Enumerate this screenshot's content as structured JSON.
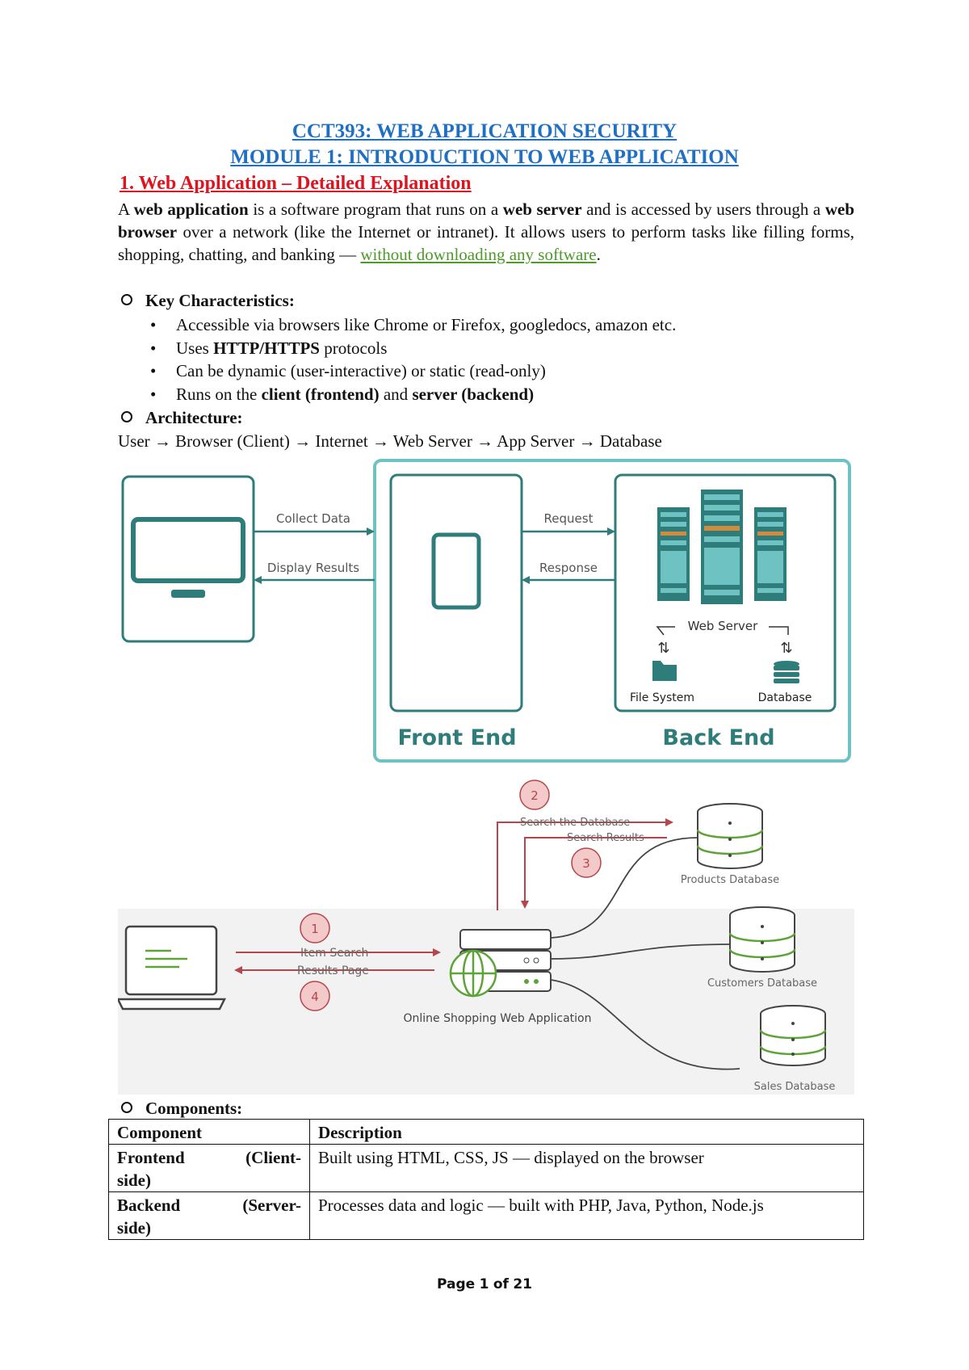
{
  "header": {
    "course_title": "CCT393: WEB APPLICATION SECURITY",
    "module_title": "MODULE 1: INTRODUCTION TO WEB APPLICATION"
  },
  "section": {
    "heading": "1. Web Application – Detailed Explanation",
    "intro": {
      "t1": "A ",
      "b1": "web application",
      "t2": " is a software program that runs on a ",
      "b2": "web server",
      "t3": " and is accessed by users through a ",
      "b3": "web browser",
      "t4": " over a network (like the Internet or intranet). It allows users to perform tasks like filling forms, shopping, chatting, and banking — ",
      "link": "without downloading any software",
      "t5": "."
    },
    "key_characteristics": {
      "label": "Key Characteristics:",
      "items": {
        "i1": "Accessible via browsers like Chrome or Firefox, googledocs, amazon etc.",
        "i2_a": "Uses ",
        "i2_b": "HTTP/HTTPS",
        "i2_c": " protocols",
        "i3": "Can be dynamic (user-interactive) or static (read-only)",
        "i4_a": "Runs on the ",
        "i4_b": "client (frontend)",
        "i4_c": " and ",
        "i4_d": "server (backend)"
      }
    },
    "architecture": {
      "label": "Architecture:",
      "flow": "User → Browser (Client) → Internet → Web Server → App Server → Database"
    },
    "diagram1": {
      "collect_data": "Collect Data",
      "display_results": "Display Results",
      "request": "Request",
      "response": "Response",
      "web_server": "Web Server",
      "file_system": "File System",
      "database": "Database",
      "front_end": "Front End",
      "back_end": "Back End",
      "teal": "#2e7d7a",
      "teal_light": "#6fc2c2",
      "orange": "#d28a3c"
    },
    "diagram2": {
      "step1": "1",
      "step2": "2",
      "step3": "3",
      "step4": "4",
      "search_db": "Search the Database",
      "search_results": "Search Results",
      "item_search": "Item Search",
      "results_page": "Results Page",
      "app_label": "Online Shopping Web Application",
      "products_db": "Products Database",
      "customers_db": "Customers Database",
      "sales_db": "Sales Database",
      "red": "#b5464c",
      "green": "#5da338"
    },
    "components": {
      "label": "Components:",
      "headers": {
        "component": "Component",
        "description": "Description"
      },
      "rows": {
        "r1": {
          "name_a": "Frontend",
          "name_b": "(Client-",
          "name_c": "side)",
          "desc": "Built using HTML, CSS, JS — displayed on the browser"
        },
        "r2": {
          "name_a": "Backend",
          "name_b": "(Server-",
          "name_c": "side)",
          "desc": "Processes data and logic — built with PHP, Java, Python, Node.js"
        }
      }
    }
  },
  "footer": {
    "page_word": "Page",
    "page_num": "1",
    "of_word": "of",
    "page_total": "21"
  }
}
